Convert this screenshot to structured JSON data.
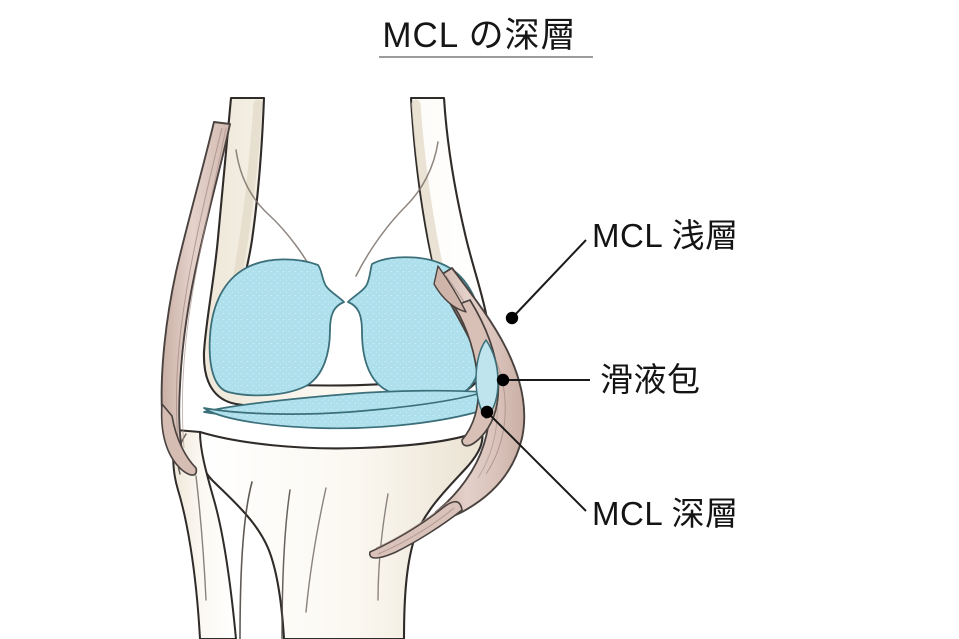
{
  "title": {
    "text": "MCL の深層",
    "underline_color": "#9b9b9b"
  },
  "labels": [
    {
      "id": "superficial",
      "text": "MCL 浅層"
    },
    {
      "id": "bursa",
      "text": "滑液包"
    },
    {
      "id": "deep",
      "text": "MCL 深層"
    }
  ],
  "diagram": {
    "kind": "anatomical-illustration",
    "subject": "knee-joint-anterior-view",
    "description": "Hand-drawn anterior view of a right knee joint showing the femur with two condyles, articular cartilage, the tibial plateau, the fibula, and the medial collateral ligament with its superficial and deep layers separated by a bursa.",
    "parts": [
      {
        "name": "femur",
        "label": ""
      },
      {
        "name": "femoral-condyle-cartilage",
        "label": ""
      },
      {
        "name": "tibial-plateau-cartilage",
        "label": ""
      },
      {
        "name": "tibia",
        "label": ""
      },
      {
        "name": "fibula",
        "label": ""
      },
      {
        "name": "mcl-superficial-band",
        "label": "MCL 浅層"
      },
      {
        "name": "mcl-deep-band",
        "label": "MCL 深層"
      },
      {
        "name": "bursa",
        "label": "滑液包"
      },
      {
        "name": "lcl-band",
        "label": ""
      }
    ],
    "colors": {
      "cartilage": "#ade0ec",
      "cartilage_outline": "#3b6f79",
      "ligament": "#dcc6be",
      "ligament_outline": "#4a423f",
      "bone_fill": "#fdfbf6",
      "bone_outline": "#2f2b29",
      "bone_shadow": "#efe9dd",
      "leader_line": "#1a1a1a",
      "marker_dot": "#000000"
    },
    "leaders": [
      {
        "target": "mcl-superficial-band",
        "dot": [
          512,
          318
        ],
        "end": [
          586,
          240
        ]
      },
      {
        "target": "bursa",
        "dot": [
          503,
          380
        ],
        "end": [
          588,
          380
        ]
      },
      {
        "target": "mcl-deep-band",
        "dot": [
          487,
          412
        ],
        "end": [
          586,
          511
        ]
      }
    ]
  }
}
